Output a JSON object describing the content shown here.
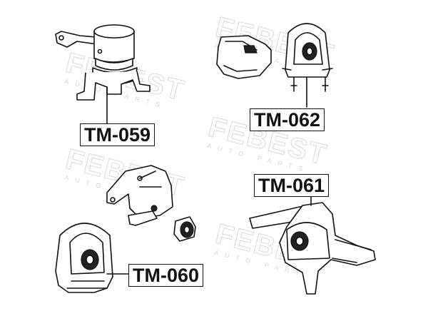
{
  "watermark": {
    "brand": "FEBEST",
    "tagline": "AUTO PARTS"
  },
  "parts": [
    {
      "code": "TM-059"
    },
    {
      "code": "TM-062"
    },
    {
      "code": "TM-061"
    },
    {
      "code": "TM-060"
    }
  ]
}
